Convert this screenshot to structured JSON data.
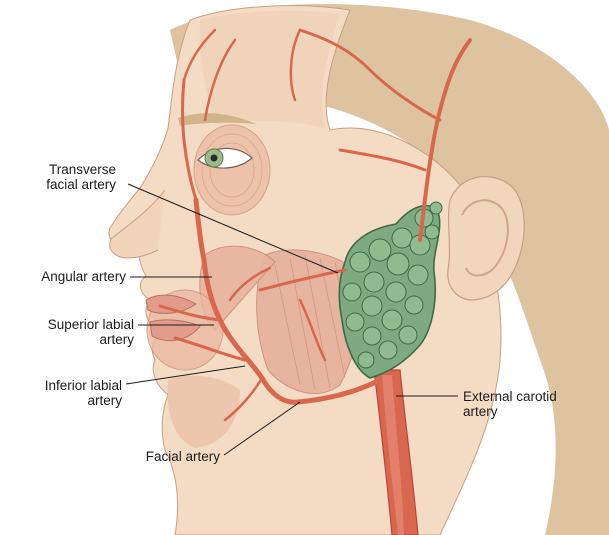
{
  "colors": {
    "skin": "#f4dcc4",
    "skin_shade": "#e9c4a6",
    "muscle": "#e7b39f",
    "artery": "#d9674f",
    "artery_dark": "#b9463a",
    "hair": "#dec3a0",
    "gland": "#7faa80",
    "gland_edge": "#3d6b47",
    "eye": "#9dbb8a",
    "leader": "#1b1b1b"
  },
  "labels": {
    "transverse_facial": {
      "line1": "Transverse",
      "line2": "facial artery"
    },
    "angular": {
      "line1": "Angular artery"
    },
    "superior_labial": {
      "line1": "Superior labial",
      "line2": "artery"
    },
    "inferior_labial": {
      "line1": "Inferior labial",
      "line2": "artery"
    },
    "facial": {
      "line1": "Facial artery"
    },
    "external_carotid": {
      "line1": "External carotid",
      "line2": "artery"
    }
  }
}
